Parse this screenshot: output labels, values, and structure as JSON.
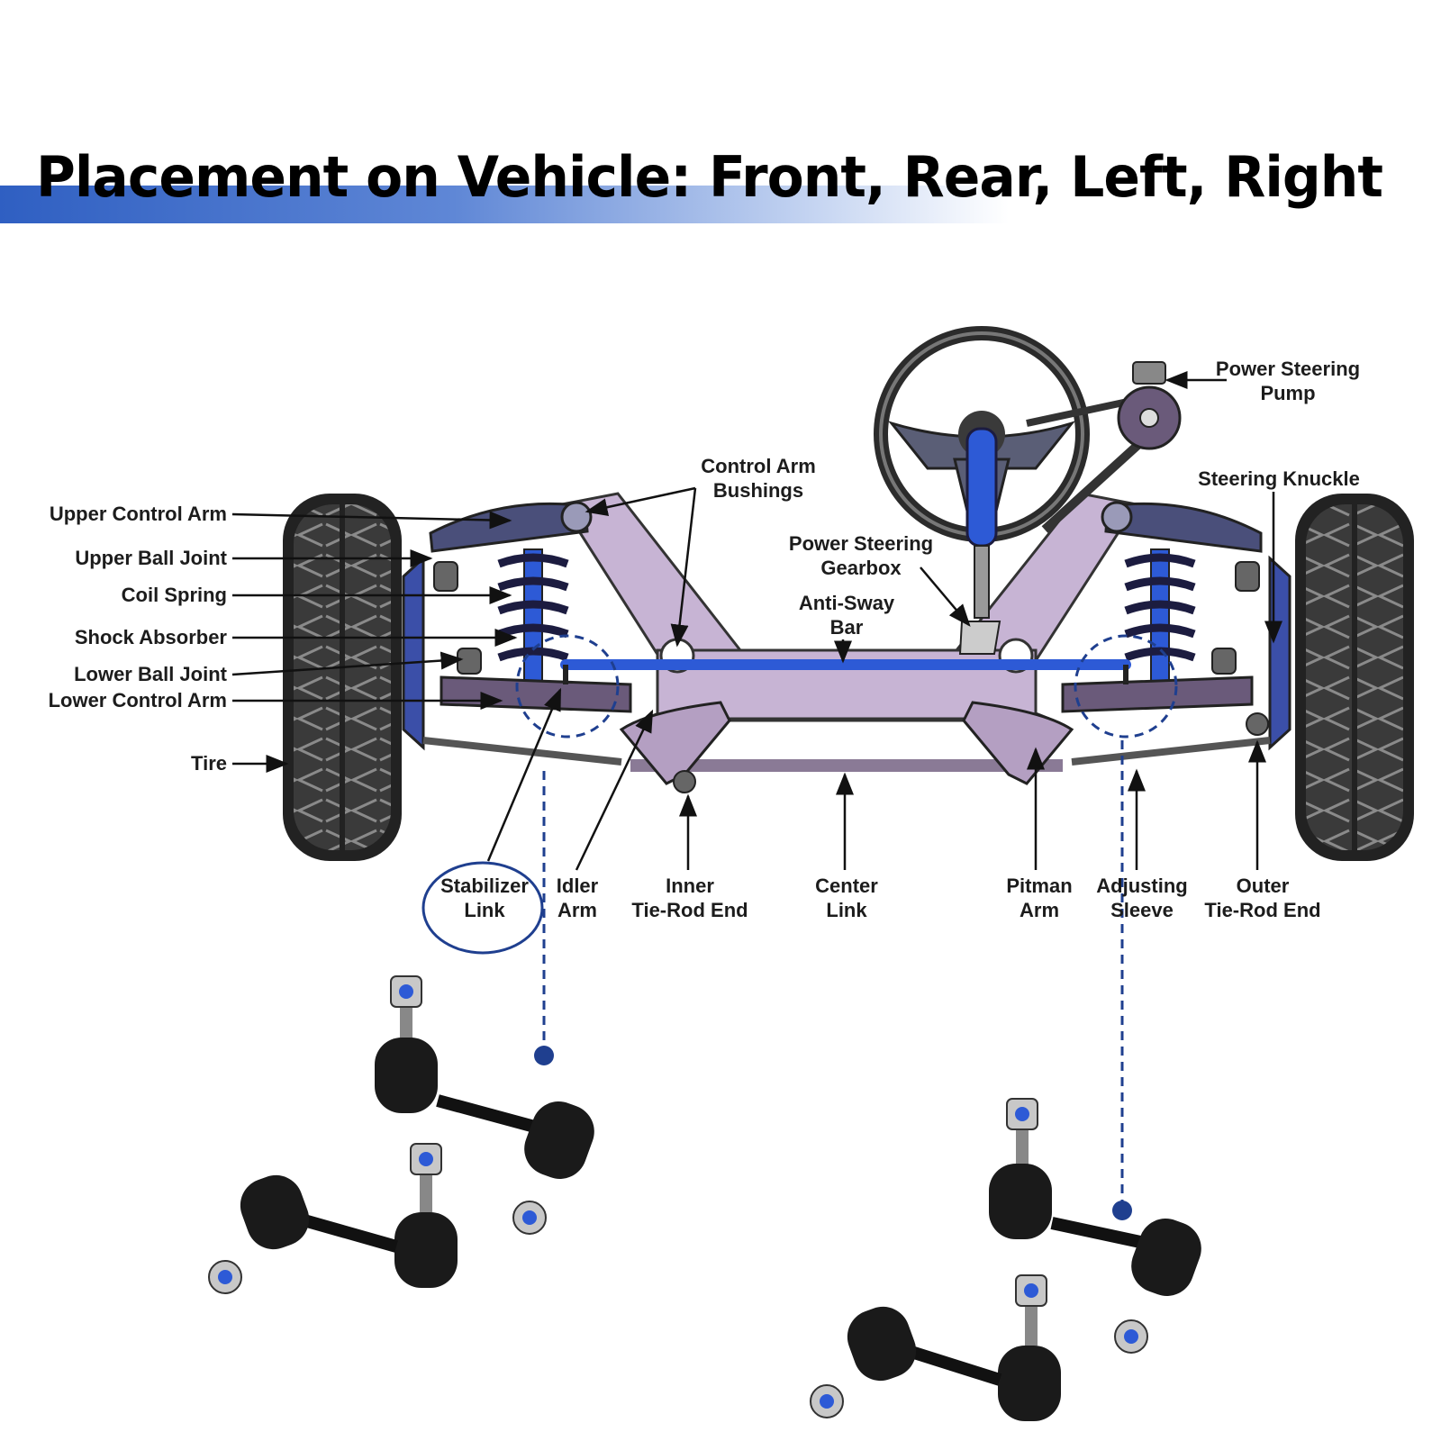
{
  "title": "Placement on Vehicle: Front, Rear, Left, Right",
  "labels": {
    "upper_control_arm": "Upper Control Arm",
    "upper_ball_joint": "Upper Ball Joint",
    "coil_spring": "Coil Spring",
    "shock_absorber": "Shock Absorber",
    "lower_ball_joint": "Lower Ball Joint",
    "lower_control_arm": "Lower Control Arm",
    "tire": "Tire",
    "control_arm_bushings": [
      "Control Arm",
      "Bushings"
    ],
    "power_steering_gearbox": [
      "Power Steering",
      "Gearbox"
    ],
    "anti_sway_bar": [
      "Anti-Sway",
      "Bar"
    ],
    "power_steering_pump": [
      "Power Steering",
      "Pump"
    ],
    "steering_knuckle": "Steering Knuckle",
    "stabilizer_link": [
      "Stabilizer",
      "Link"
    ],
    "idler_arm": [
      "Idler",
      "Arm"
    ],
    "inner_tie_rod_end": [
      "Inner",
      "Tie-Rod End"
    ],
    "center_link": [
      "Center",
      "Link"
    ],
    "pitman_arm": [
      "Pitman",
      "Arm"
    ],
    "adjusting_sleeve": [
      "Adjusting",
      "Sleeve"
    ],
    "outer_tie_rod_end": [
      "Outer",
      "Tie-Rod End"
    ]
  },
  "colors": {
    "accent_blue": "#2f5fc2",
    "dashed_blue": "#1f3f8f",
    "frame_lilac": "#c7b4d4",
    "bar_blue": "#2d5ad6",
    "tire_dark": "#2a2a2a"
  }
}
